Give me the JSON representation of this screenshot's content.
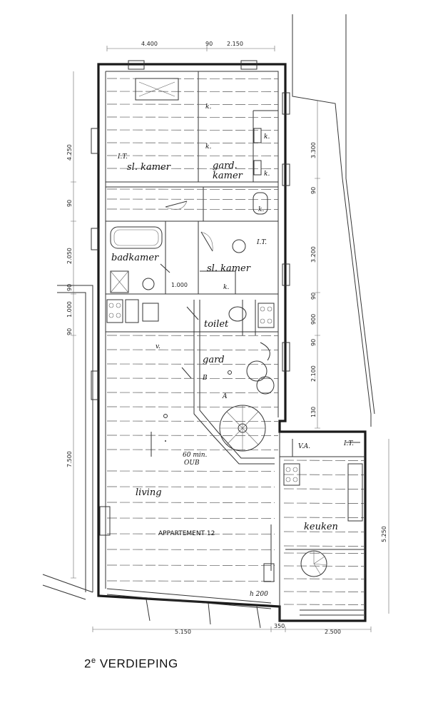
{
  "rooms": {
    "sl_kamer_1": "sl. kamer",
    "gard_kamer_line1": "gard.",
    "gard_kamer_line2": "kamer",
    "badkamer": "badkamer",
    "sl_kamer_2": "sl. kamer",
    "toilet": "toilet",
    "gard": "gard",
    "living": "living",
    "keuken": "keuken",
    "appartement": "APPARTEMENT 12"
  },
  "labels": {
    "k1": "k.",
    "k2": "k.",
    "k3": "k.",
    "k4": "k.",
    "k5": "k.",
    "k6": "k.",
    "it1": "I.T.",
    "it2": "I.T.",
    "it3": "I.T.",
    "v": "v.",
    "va": "V.A.",
    "b": "B",
    "a": "A",
    "stair_note_1": "60 min.",
    "stair_note_2": "OUB",
    "h200": "h 200",
    "d1000": "1.000"
  },
  "dimensions": {
    "top_left": "4.400",
    "top_mid": "90",
    "top_right": "2.150",
    "left_1": "4.250",
    "left_2": "90",
    "left_3": "2.050",
    "left_4": "90",
    "left_5": "1.000",
    "left_6": "90",
    "left_7": "7.500",
    "right_1": "3.300",
    "right_2": "90",
    "right_3": "3.200",
    "right_4": "90",
    "right_5": "900",
    "right_6": "90",
    "right_7": "2.100",
    "right_8": "130",
    "right_9": "5.250",
    "bottom_left": "5.150",
    "bottom_mid": "350",
    "bottom_right": "2.500"
  },
  "title": {
    "main": "2",
    "sup": "e",
    "rest": " VERDIEPING"
  }
}
